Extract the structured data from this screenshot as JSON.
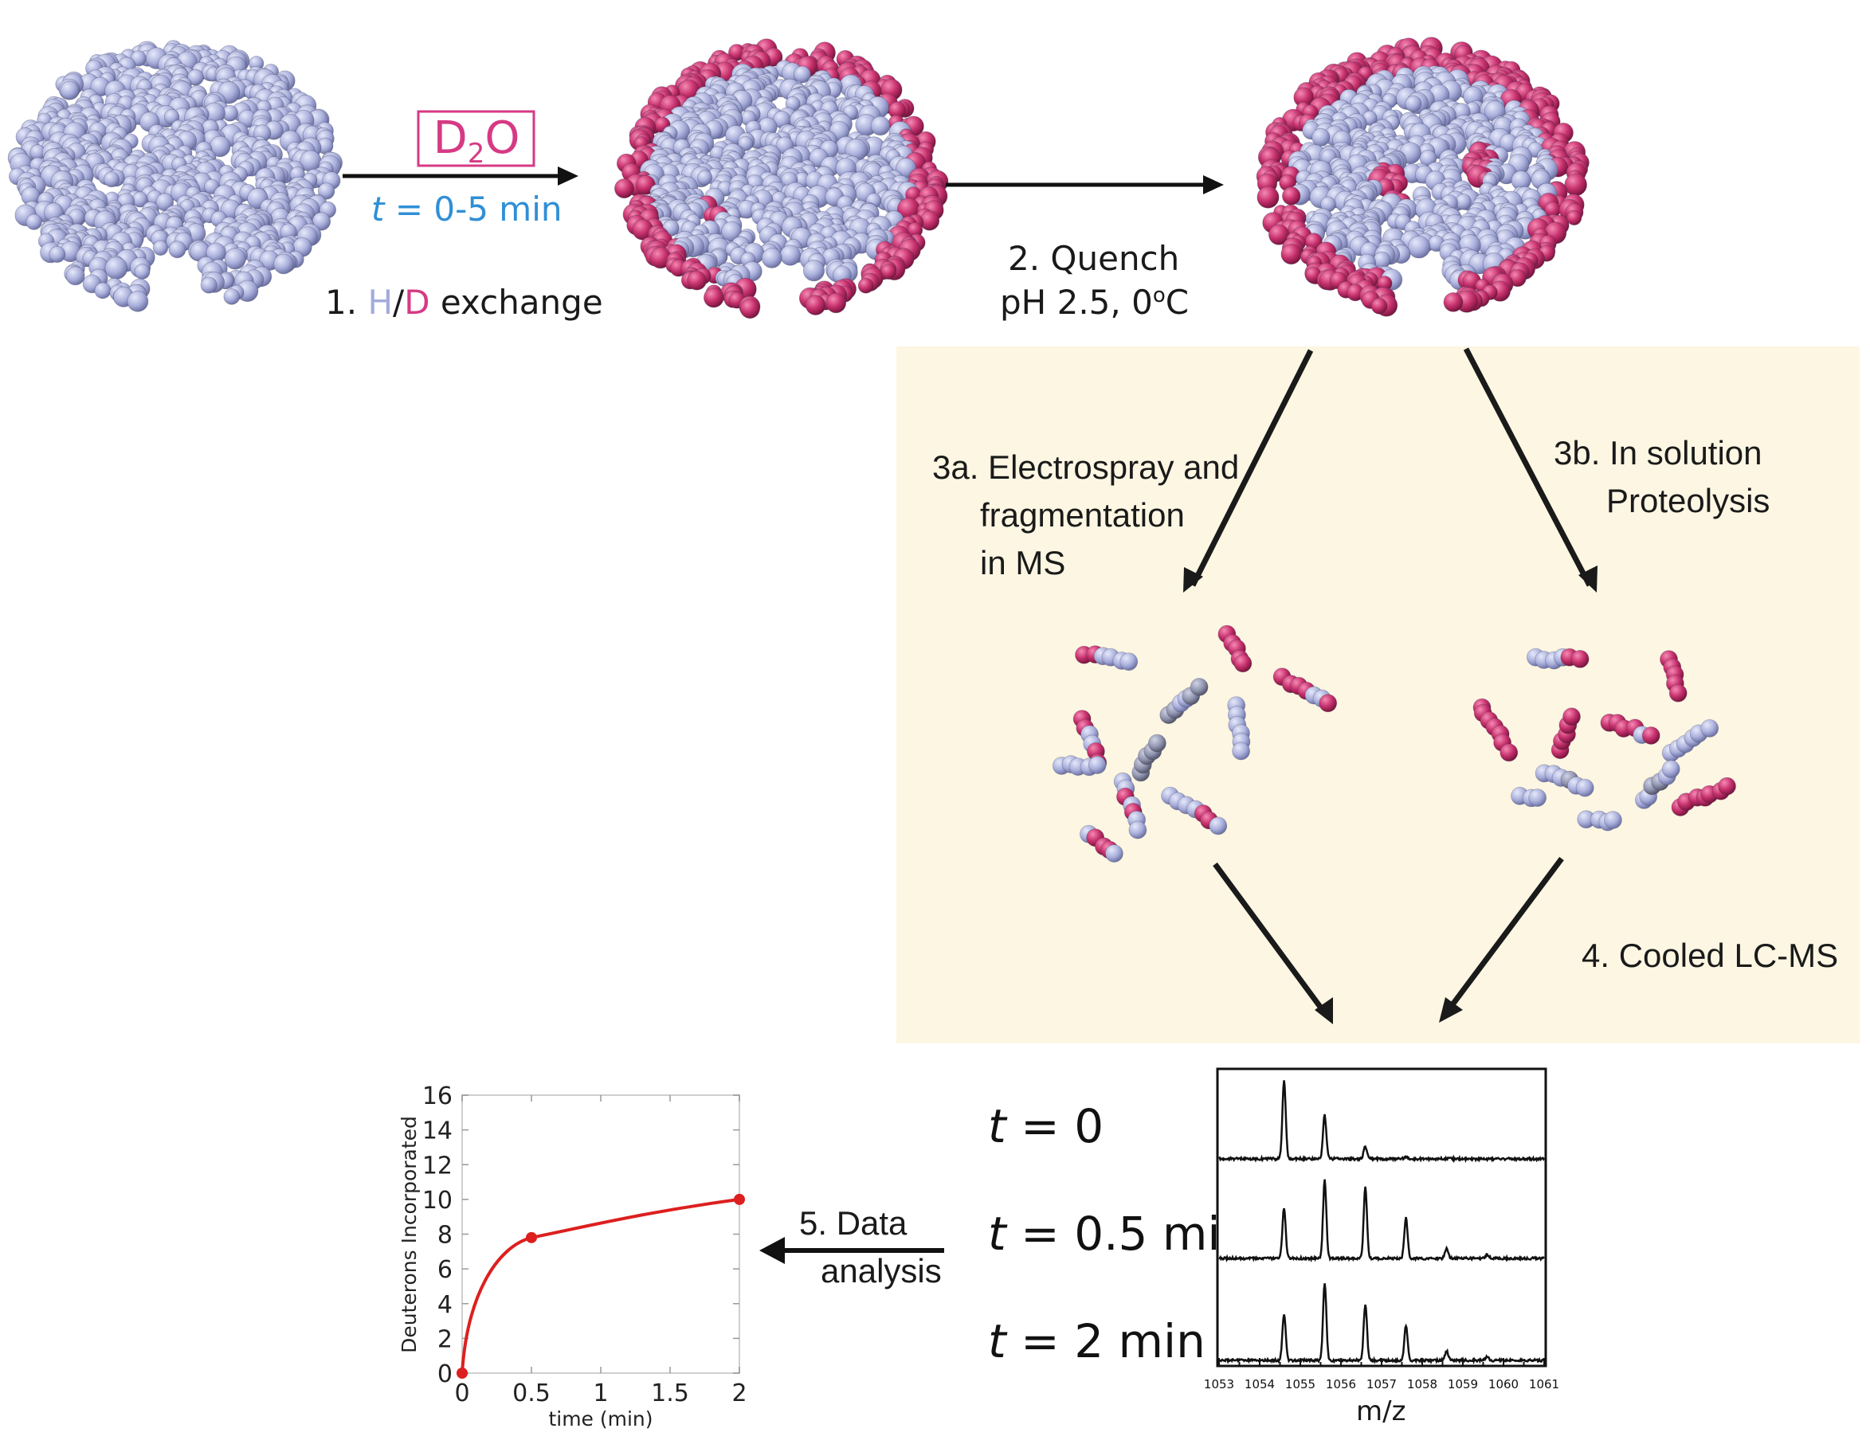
{
  "colors": {
    "protein": "#aab0dc",
    "deuterated": "#c8326e",
    "d2o_text": "#d63a84",
    "time_text": "#2f8fd6",
    "panel_bg": "#fcf6e3",
    "curve": "#dd1f1f"
  },
  "step1": {
    "reagent_prefix": "D",
    "reagent_sub": "2",
    "reagent_suffix": "O",
    "time_var": "t",
    "time_range": " = 0-5 min",
    "label_prefix": "1. ",
    "label_h": "H",
    "label_slash": "/",
    "label_d": "D",
    "label_suffix": " exchange"
  },
  "step2": {
    "line1": "2. Quench",
    "line2_prefix": "pH 2.5, 0",
    "line2_sup": "o",
    "line2_suffix": "C"
  },
  "step3a": {
    "line1": "3a. Electrospray  and",
    "line2": "fragmentation",
    "line3": "in MS"
  },
  "step3b": {
    "line1": "3b. In solution",
    "line2": "Proteolysis"
  },
  "step4": {
    "label": "4. Cooled LC-MS"
  },
  "step5": {
    "line1": "5. Data",
    "line2": "analysis"
  },
  "spectra": {
    "labels": [
      {
        "var": "t",
        "rest": " = 0"
      },
      {
        "var": "t",
        "rest": " = 0.5 mi"
      },
      {
        "var": "t",
        "rest": " = 2 min"
      }
    ],
    "xlabel": "m/z",
    "tick_labels": [
      "1053",
      "1054",
      "1055",
      "1056",
      "1057",
      "1058",
      "1059",
      "1060",
      "1061"
    ]
  },
  "chart_data": {
    "type": "line",
    "title": "",
    "xlabel": "time (min)",
    "ylabel": "Deuterons Incorporated",
    "xlim": [
      0,
      2
    ],
    "ylim": [
      0,
      16
    ],
    "x_ticks": [
      "0",
      "0.5",
      "1",
      "1.5",
      "2"
    ],
    "y_ticks": [
      "0",
      "2",
      "4",
      "6",
      "8",
      "10",
      "12",
      "14",
      "16"
    ],
    "series": [
      {
        "x": [
          0,
          0.5,
          2
        ],
        "y": [
          0,
          7.8,
          10
        ]
      }
    ]
  }
}
